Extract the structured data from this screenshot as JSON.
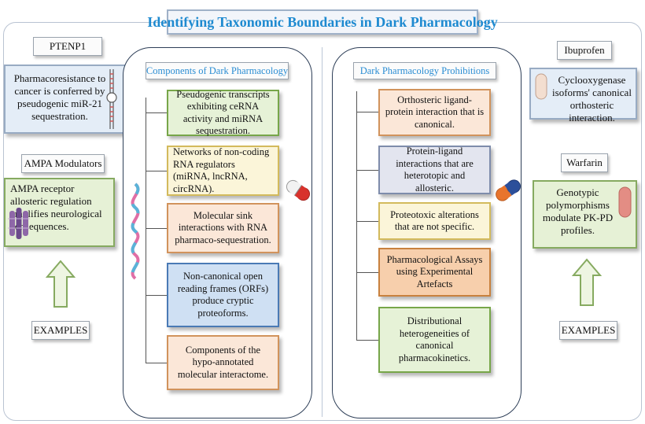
{
  "title": "Identifying Taxonomic Boundaries in Dark Pharmacology",
  "left_column": {
    "label_1": "PTENP1",
    "text_1": "Pharmacoresistance to cancer is conferred by pseudogenic miR-21 sequestration.",
    "label_2": "AMPA Modulators",
    "text_2": "AMPA receptor allosteric regulation amplifies neurological consequences.",
    "examples": "EXAMPLES"
  },
  "components_panel": {
    "header": "Components of Dark Pharmacology",
    "items": [
      "Pseudogenic transcripts exhibiting ceRNA activity and miRNA sequestration.",
      "Networks of non-coding RNA regulators (miRNA, lncRNA, circRNA).",
      "Molecular sink interactions with RNA pharmaco-sequestration.",
      "Non-canonical open reading frames (ORFs) produce cryptic proteoforms.",
      "Components of the hypo-annotated molecular interactome."
    ]
  },
  "prohibitions_panel": {
    "header": "Dark Pharmacology Prohibitions",
    "items": [
      "Orthosteric ligand-protein interaction that is canonical.",
      "Protein-ligand interactions that are heterotopic and allosteric.",
      "Proteotoxic alterations that are not specific.",
      "Pharmacological Assays using Experimental Artefacts",
      "Distributional heterogeneities of canonical pharmacokinetics."
    ]
  },
  "right_column": {
    "label_1": "Ibuprofen",
    "text_1": "Cyclooxygenase isoforms' canonical orthosteric interaction.",
    "label_2": "Warfarin",
    "text_2": "Genotypic polymorphisms modulate PK-PD profiles.",
    "examples": "EXAMPLES"
  },
  "colors": {
    "title_text": "#1e8ad0",
    "green_fill": "#e6f2d7",
    "green_border": "#77a649",
    "yellow_fill": "#fbf5d9",
    "yellow_border": "#d3ba5c",
    "peach_fill": "#fbe7d8",
    "peach_border": "#d1935c",
    "blue_fill": "#cfe0f3",
    "blue_border": "#4a7ab5",
    "lavender_fill": "#e3e5ef",
    "lavender_border": "#7e8cab",
    "orange_fill": "#f7cfac",
    "orange_border": "#c8813e"
  },
  "icons": [
    "rna-strand-icon",
    "pill-capsule-icon",
    "receptor-protein-icon",
    "up-arrow-icon"
  ]
}
